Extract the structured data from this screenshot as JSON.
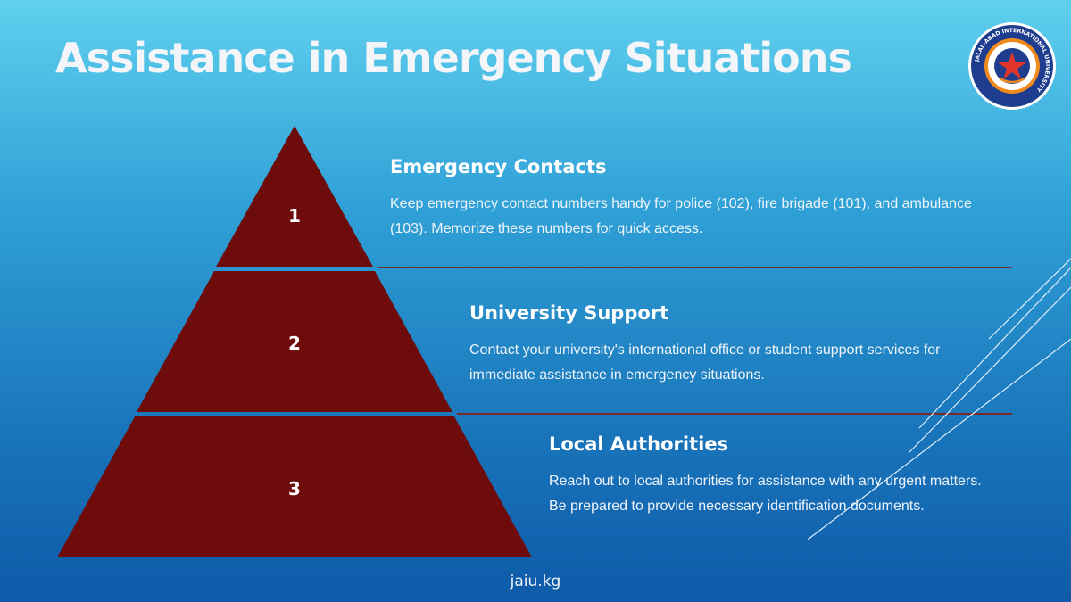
{
  "title": "Assistance in Emergency Situations",
  "logo": {
    "text": "JALAL-ABAD INTERNATIONAL UNIVERSITY",
    "icon": "university-seal-icon"
  },
  "levels": [
    {
      "number": "1",
      "heading": "Emergency Contacts",
      "text": "Keep emergency contact numbers handy for police (102), fire brigade (101), and ambulance (103). Memorize these numbers for quick access."
    },
    {
      "number": "2",
      "heading": "University Support",
      "text": "Contact your university's international office or student support services for immediate assistance in emergency situations."
    },
    {
      "number": "3",
      "heading": "Local Authorities",
      "text": "Reach out to local authorities for assistance with any urgent matters. Be prepared to provide necessary identification documents."
    }
  ],
  "footer": "jaiu.kg",
  "colors": {
    "pyramid_fill": "#6e0c0c",
    "divider": "#7a2a2a",
    "background_top": "#5fd0ee",
    "background_bottom": "#0e5aa8"
  }
}
